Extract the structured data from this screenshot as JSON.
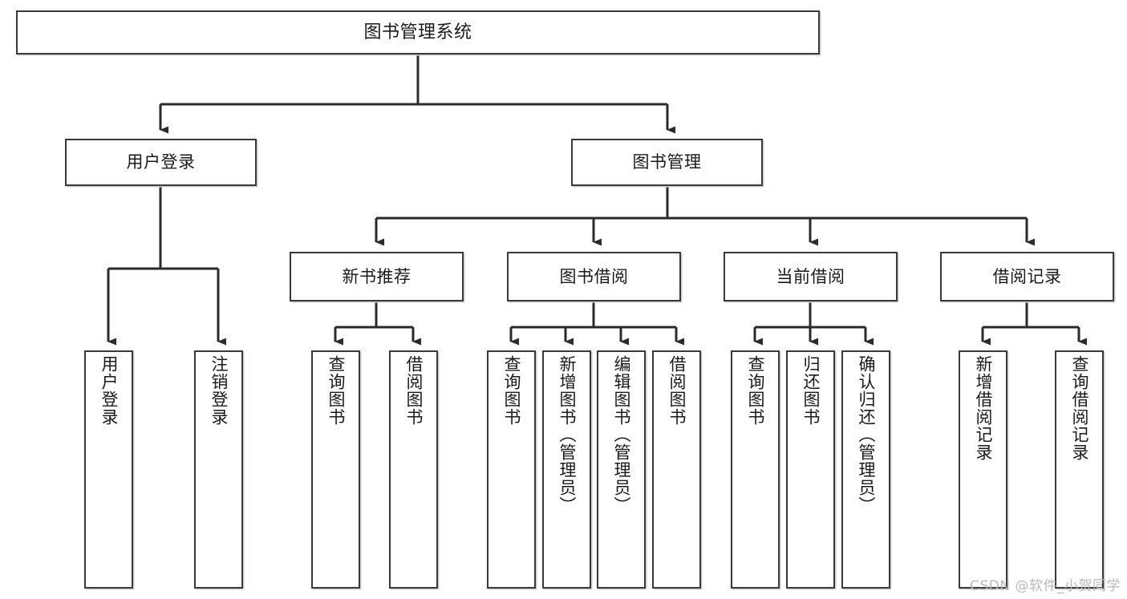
{
  "diagram": {
    "title": "图书管理系统",
    "type": "functional-structure-tree",
    "colors": {
      "border": "#3a3a3a",
      "box_fill": "#ffffff",
      "connector": "#2b2b2b",
      "shadow": "#cfcfcf",
      "text": "#1a1a1a",
      "watermark": "#b9b9b9",
      "background": "#ffffff"
    }
  },
  "root": {
    "label": "图书管理系统"
  },
  "level1": [
    {
      "id": "user-login",
      "label": "用户登录"
    },
    {
      "id": "book-manage",
      "label": "图书管理"
    }
  ],
  "level2": [
    {
      "id": "new-book-recommend",
      "label": "新书推荐",
      "parent": "book-manage"
    },
    {
      "id": "book-borrow",
      "label": "图书借阅",
      "parent": "book-manage"
    },
    {
      "id": "current-borrow",
      "label": "当前借阅",
      "parent": "book-manage"
    },
    {
      "id": "borrow-record",
      "label": "借阅记录",
      "parent": "book-manage"
    }
  ],
  "leaves": {
    "user_login": [
      {
        "id": "leaf-user-login",
        "label": "用户登录"
      },
      {
        "id": "leaf-logout-login",
        "label": "注销登录"
      }
    ],
    "new_book_recommend": [
      {
        "id": "leaf-query-book-1",
        "label": "查询图书"
      },
      {
        "id": "leaf-borrow-book-1",
        "label": "借阅图书"
      }
    ],
    "book_borrow": [
      {
        "id": "leaf-query-book-2",
        "label": "查询图书"
      },
      {
        "id": "leaf-add-book",
        "label": "新增图书（管理员）"
      },
      {
        "id": "leaf-edit-book",
        "label": "编辑图书（管理员）"
      },
      {
        "id": "leaf-borrow-book-2",
        "label": "借阅图书"
      }
    ],
    "current_borrow": [
      {
        "id": "leaf-query-book-3",
        "label": "查询图书"
      },
      {
        "id": "leaf-return-book",
        "label": "归还图书"
      },
      {
        "id": "leaf-confirm-return",
        "label": "确认归还（管理员）"
      }
    ],
    "borrow_record": [
      {
        "id": "leaf-add-record",
        "label": "新增借阅记录"
      },
      {
        "id": "leaf-query-record",
        "label": "查询借阅记录"
      }
    ]
  },
  "watermark": {
    "text": "CSDN @软件_小贺同学"
  }
}
